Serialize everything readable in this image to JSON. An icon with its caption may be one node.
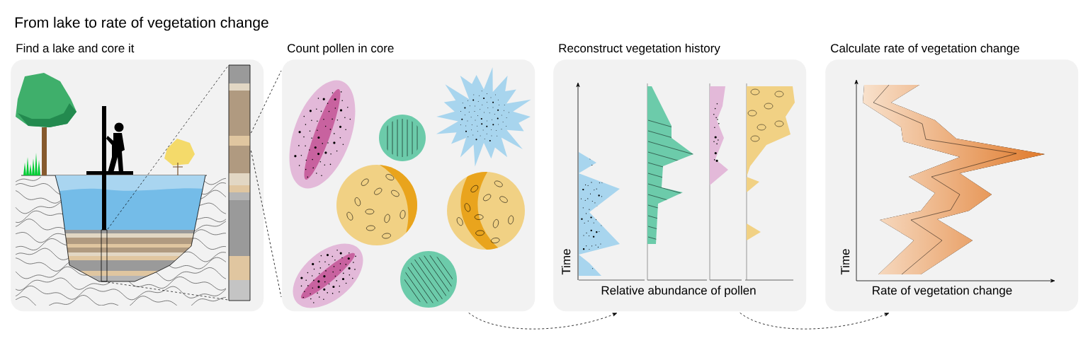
{
  "diagram": {
    "title": "From lake to rate of vegetation change",
    "nodes": [
      {
        "text": [
          "Find a lake and core it"
        ]
      },
      {
        "text": [
          "Count pollen in core"
        ]
      },
      {
        "text": [
          "Reconstruct vegetation history"
        ]
      },
      {
        "text": [
          "Calculate rate of vegetation change"
        ]
      }
    ],
    "edges": [
      {
        "from": 0,
        "to": 1,
        "arrow": "none",
        "style": "dashed"
      },
      {
        "from": 0,
        "to": 1,
        "arrow": "none",
        "style": "dashed"
      },
      {
        "from": 1,
        "to": 2,
        "arrow": "to",
        "style": "dashed"
      },
      {
        "from": 2,
        "to": 3,
        "arrow": "to",
        "style": "dashed"
      }
    ],
    "labels": [
      "Time",
      "Relative abundance of pollen",
      "Time",
      "Rate of vegetation change"
    ]
  }
}
